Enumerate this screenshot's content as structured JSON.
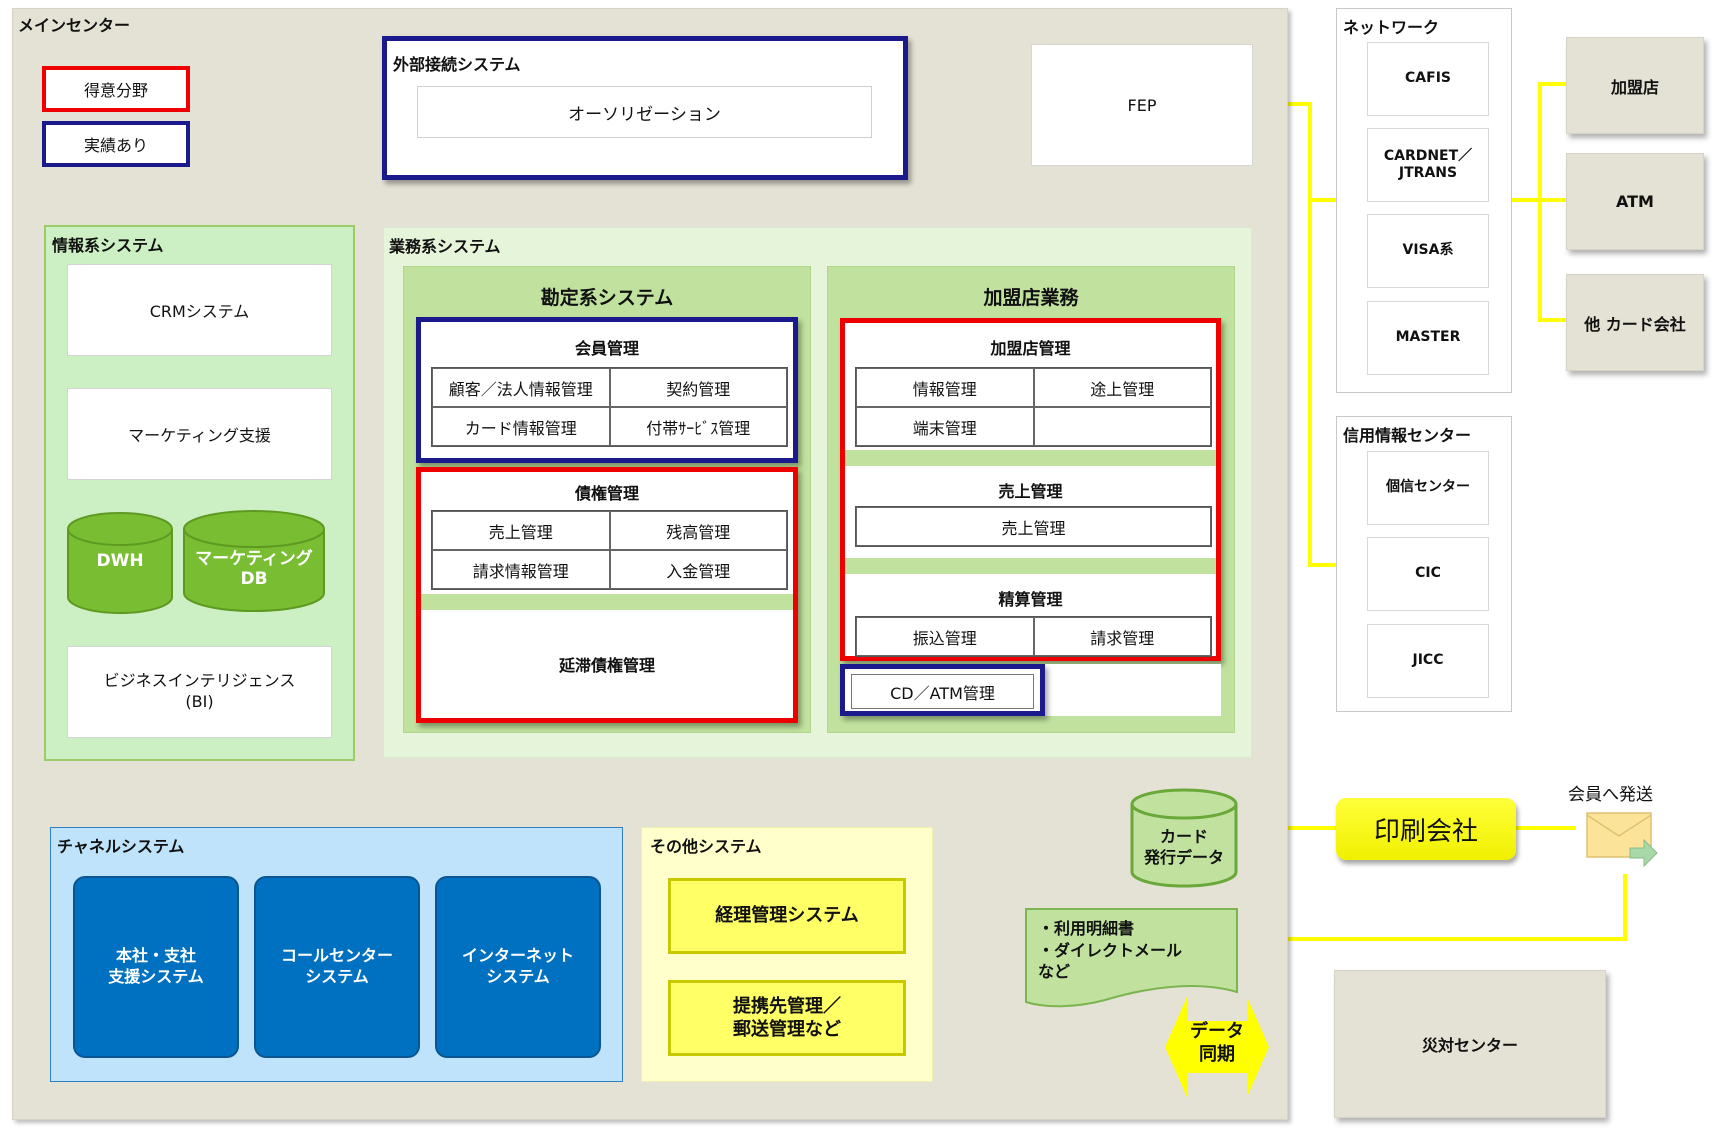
{
  "main_center": {
    "title": "メインセンター"
  },
  "legend": {
    "strong_area": "得意分野",
    "track_record": "実績あり"
  },
  "external_connection": {
    "title": "外部接続システム",
    "authorization": "オーソリゼーション"
  },
  "fep": {
    "label": "FEP"
  },
  "info_system": {
    "title": "情報系システム",
    "crm": "CRMシステム",
    "marketing_support": "マーケティング支援",
    "dwh": "DWH",
    "marketing_db_line1": "マーケティング",
    "marketing_db_line2": "DB",
    "bi_line1": "ビジネスインテリジェンス",
    "bi_line2": "(BI)"
  },
  "business_system": {
    "title": "業務系システム",
    "accounting": {
      "title": "勘定系システム",
      "member_mgmt": {
        "title": "会員管理",
        "cells": [
          "顧客／法人情報管理",
          "契約管理",
          "カード情報管理",
          "付帯ｻｰﾋﾞｽ管理"
        ]
      },
      "credit_mgmt": {
        "title": "債権管理",
        "cells": [
          "売上管理",
          "残高管理",
          "請求情報管理",
          "入金管理"
        ],
        "overdue": "延滞債権管理"
      }
    },
    "merchant_business": {
      "title": "加盟店業務",
      "merchant_mgmt": {
        "title": "加盟店管理",
        "cells": [
          "情報管理",
          "途上管理",
          "端末管理",
          ""
        ]
      },
      "sales_mgmt": {
        "title": "売上管理",
        "cells": [
          "売上管理"
        ]
      },
      "settlement_mgmt": {
        "title": "精算管理",
        "cells": [
          "振込管理",
          "請求管理"
        ]
      },
      "cd_atm": "CD／ATM管理"
    }
  },
  "channel_system": {
    "title": "チャネルシステム",
    "items": [
      {
        "line1": "本社・支社",
        "line2": "支援システム"
      },
      {
        "line1": "コールセンター",
        "line2": "システム"
      },
      {
        "line1": "インターネット",
        "line2": "システム"
      }
    ]
  },
  "other_system": {
    "title": "その他システム",
    "accounting": "経理管理システム",
    "partner_line1": "提携先管理／",
    "partner_line2": "郵送管理など"
  },
  "card_issue_data": {
    "line1": "カード",
    "line2": "発行データ"
  },
  "documents": {
    "line1": "・利用明細書",
    "line2": "・ダイレクトメール",
    "line3": "など"
  },
  "printing_company": "印刷会社",
  "send_to_members": "会員へ発送",
  "data_sync": {
    "line1": "データ",
    "line2": "同期"
  },
  "disaster_center": "災対センター",
  "network": {
    "title": "ネットワーク",
    "items": [
      {
        "line1": "CAFIS",
        "line2": ""
      },
      {
        "line1": "CARDNET／",
        "line2": "JTRANS"
      },
      {
        "line1": "VISA系",
        "line2": ""
      },
      {
        "line1": "MASTER",
        "line2": ""
      }
    ]
  },
  "credit_info_center": {
    "title": "信用情報センター",
    "items": [
      "個信センター",
      "CIC",
      "JICC"
    ]
  },
  "external_parties": [
    "加盟店",
    "ATM",
    "他 カード会社"
  ],
  "colors": {
    "strong_border": "#ee0000",
    "track_border": "#1a1a8c",
    "connector": "#ffff00",
    "channel_button": "#0070c0",
    "db_green": "#78bd32"
  }
}
